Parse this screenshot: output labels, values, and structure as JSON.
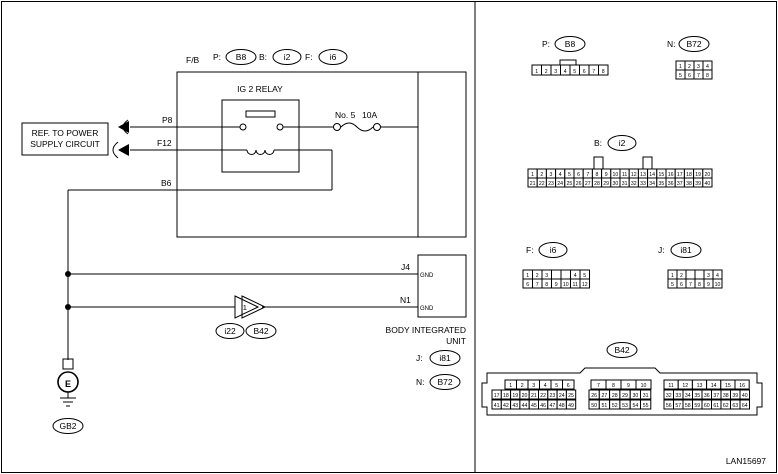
{
  "left_panel": {
    "fb_label": "F/B",
    "connector_refs": [
      {
        "prefix": "P:",
        "code": "B8"
      },
      {
        "prefix": "B:",
        "code": "i2"
      },
      {
        "prefix": "F:",
        "code": "i6"
      }
    ],
    "relay_label": "IG 2 RELAY",
    "fuse_label": "No. 5",
    "fuse_rating": "10A",
    "ref_box": [
      "REF. TO POWER",
      "SUPPLY CIRCUIT"
    ],
    "wires": {
      "p8": "P8",
      "f12": "F12",
      "b6": "B6",
      "j4": "J4",
      "n1": "N1"
    },
    "gnd_labels": [
      "GND",
      "GND"
    ],
    "diode_id": "i1",
    "diode_connectors": [
      "i22",
      "B42"
    ],
    "unit_label": [
      "BODY INTEGRATED",
      "UNIT"
    ],
    "unit_refs": [
      {
        "prefix": "J:",
        "code": "i81"
      },
      {
        "prefix": "N:",
        "code": "B72"
      }
    ],
    "ground_symbol": "E",
    "ground_id": "GB2"
  },
  "right_panel": {
    "conn_b8": {
      "prefix": "P:",
      "code": "B8",
      "pins": [
        "1",
        "2",
        "3",
        "4",
        "5",
        "6",
        "7",
        "8"
      ]
    },
    "conn_b72": {
      "prefix": "N:",
      "code": "B72",
      "row1": [
        "1",
        "2",
        "3",
        "4"
      ],
      "row2": [
        "5",
        "6",
        "7",
        "8"
      ]
    },
    "conn_i2": {
      "prefix": "B:",
      "code": "i2",
      "row1": [
        "1",
        "2",
        "3",
        "4",
        "5",
        "6",
        "7",
        "8",
        "9",
        "10",
        "11",
        "12",
        "13",
        "14",
        "15",
        "16",
        "17",
        "18",
        "19",
        "20"
      ],
      "row2": [
        "21",
        "22",
        "23",
        "24",
        "25",
        "26",
        "27",
        "28",
        "29",
        "30",
        "31",
        "32",
        "33",
        "34",
        "35",
        "36",
        "37",
        "38",
        "39",
        "40"
      ]
    },
    "conn_i6": {
      "prefix": "F:",
      "code": "i6",
      "row1": [
        "1",
        "2",
        "3",
        "",
        "",
        "4",
        "5"
      ],
      "row2": [
        "6",
        "7",
        "8",
        "9",
        "10",
        "11",
        "12"
      ]
    },
    "conn_i81": {
      "prefix": "J:",
      "code": "i81",
      "row1": [
        "1",
        "2",
        "",
        "",
        "3",
        "4"
      ],
      "row2": [
        "5",
        "6",
        "7",
        "8",
        "9",
        "10"
      ]
    },
    "conn_b42": {
      "code": "B42",
      "s1_row1": [
        "1",
        "2",
        "3",
        "4",
        "5",
        "6"
      ],
      "s1_row2": [
        "17",
        "18",
        "19",
        "20",
        "21",
        "22",
        "23",
        "24",
        "25"
      ],
      "s1_row3": [
        "41",
        "42",
        "43",
        "44",
        "45",
        "46",
        "47",
        "48",
        "49"
      ],
      "s2_row1": [
        "7",
        "8",
        "9",
        "10"
      ],
      "s2_row2": [
        "26",
        "27",
        "28",
        "29",
        "30",
        "31"
      ],
      "s2_row3": [
        "50",
        "51",
        "52",
        "53",
        "54",
        "55"
      ],
      "s3_row1": [
        "11",
        "12",
        "13",
        "14",
        "15",
        "16"
      ],
      "s3_row2": [
        "32",
        "33",
        "34",
        "35",
        "36",
        "37",
        "38",
        "39",
        "40"
      ],
      "s3_row3": [
        "56",
        "57",
        "58",
        "59",
        "60",
        "61",
        "62",
        "63",
        "64"
      ]
    },
    "figure_code": "LAN15697"
  }
}
